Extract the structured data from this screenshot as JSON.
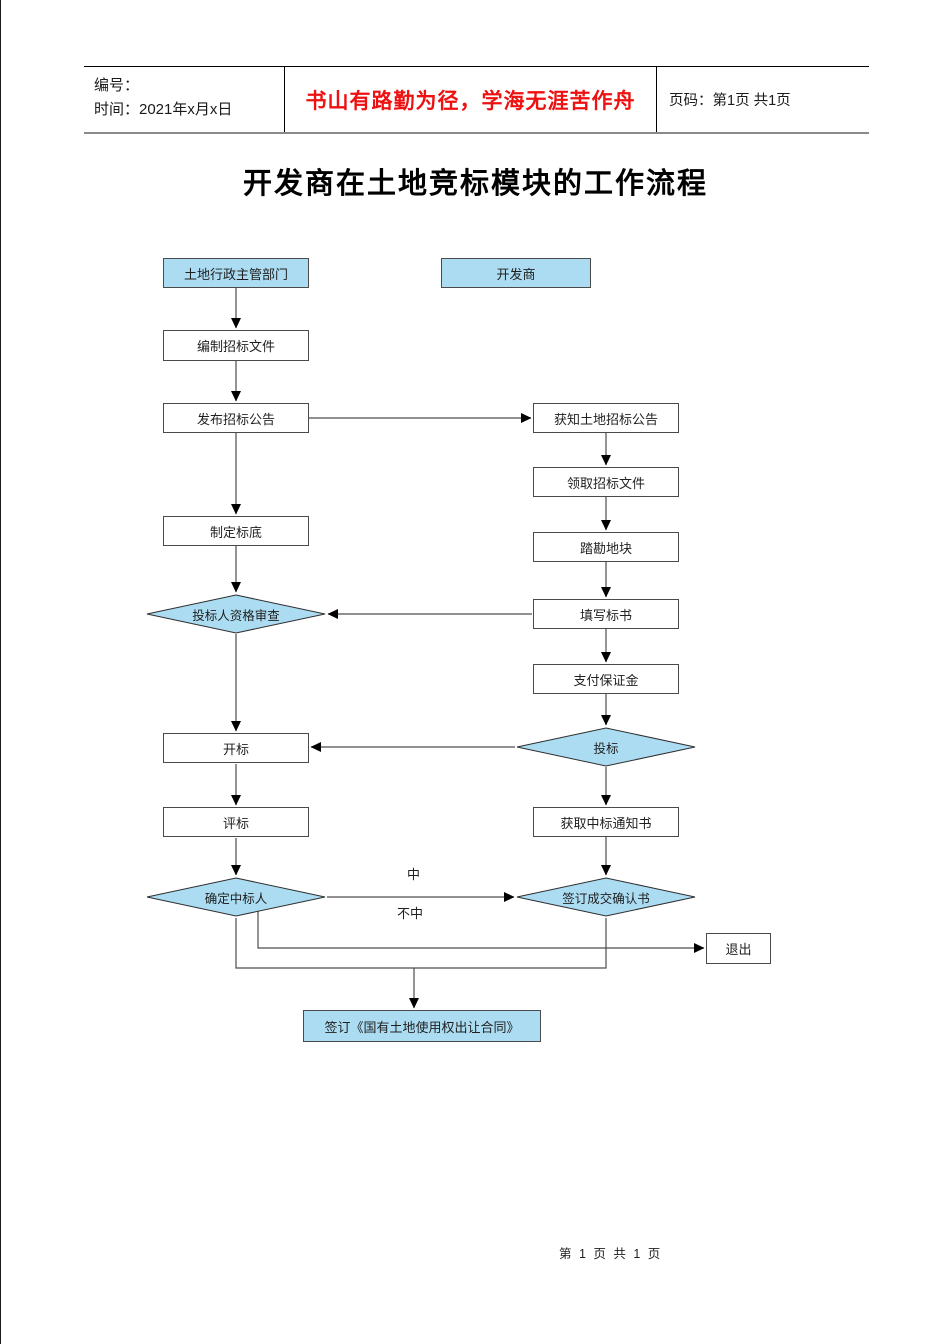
{
  "header": {
    "number_label": "编号：",
    "date_label": "时间：2021年x月x日",
    "motto": "书山有路勤为径，学海无涯苦作舟",
    "page_label": "页码：第1页 共1页"
  },
  "title": "开发商在土地竞标模块的工作流程",
  "flowchart": {
    "lane_headers": {
      "authority": "土地行政主管部门",
      "developer": "开发商"
    },
    "nodes": {
      "prepare_docs": "编制招标文件",
      "publish_notice": "发布招标公告",
      "set_floor_price": "制定标底",
      "qualification_review": "投标人资格审查",
      "open_bids": "开标",
      "evaluate_bids": "评标",
      "determine_winner": "确定中标人",
      "learn_notice": "获知土地招标公告",
      "get_docs": "领取招标文件",
      "survey_land": "踏勘地块",
      "fill_bid": "填写标书",
      "pay_deposit": "支付保证金",
      "bid": "投标",
      "receive_award": "获取中标通知书",
      "sign_confirmation": "签订成交确认书",
      "exit": "退出",
      "sign_contract": "签订《国有土地使用权出让合同》"
    },
    "edge_labels": {
      "win": "中",
      "lose": "不中"
    },
    "edges": [
      {
        "from": "lane_authority",
        "to": "prepare_docs"
      },
      {
        "from": "prepare_docs",
        "to": "publish_notice"
      },
      {
        "from": "publish_notice",
        "to": "set_floor_price"
      },
      {
        "from": "publish_notice",
        "to": "learn_notice"
      },
      {
        "from": "set_floor_price",
        "to": "qualification_review"
      },
      {
        "from": "qualification_review",
        "to": "open_bids"
      },
      {
        "from": "open_bids",
        "to": "evaluate_bids"
      },
      {
        "from": "evaluate_bids",
        "to": "determine_winner"
      },
      {
        "from": "learn_notice",
        "to": "get_docs"
      },
      {
        "from": "get_docs",
        "to": "survey_land"
      },
      {
        "from": "survey_land",
        "to": "fill_bid"
      },
      {
        "from": "fill_bid",
        "to": "qualification_review"
      },
      {
        "from": "fill_bid",
        "to": "pay_deposit"
      },
      {
        "from": "pay_deposit",
        "to": "bid"
      },
      {
        "from": "bid",
        "to": "open_bids"
      },
      {
        "from": "bid",
        "to": "receive_award"
      },
      {
        "from": "receive_award",
        "to": "sign_confirmation"
      },
      {
        "from": "determine_winner",
        "to": "sign_confirmation",
        "label": "中"
      },
      {
        "from": "determine_winner",
        "to": "exit",
        "label": "不中"
      },
      {
        "from": "determine_winner",
        "to": "sign_contract"
      },
      {
        "from": "sign_confirmation",
        "to": "sign_contract"
      }
    ]
  },
  "footer": "第 1 页 共 1 页",
  "colors": {
    "node_fill": "#abdcf2",
    "motto_red": "#ee1111",
    "line": "#4d4d4d"
  }
}
